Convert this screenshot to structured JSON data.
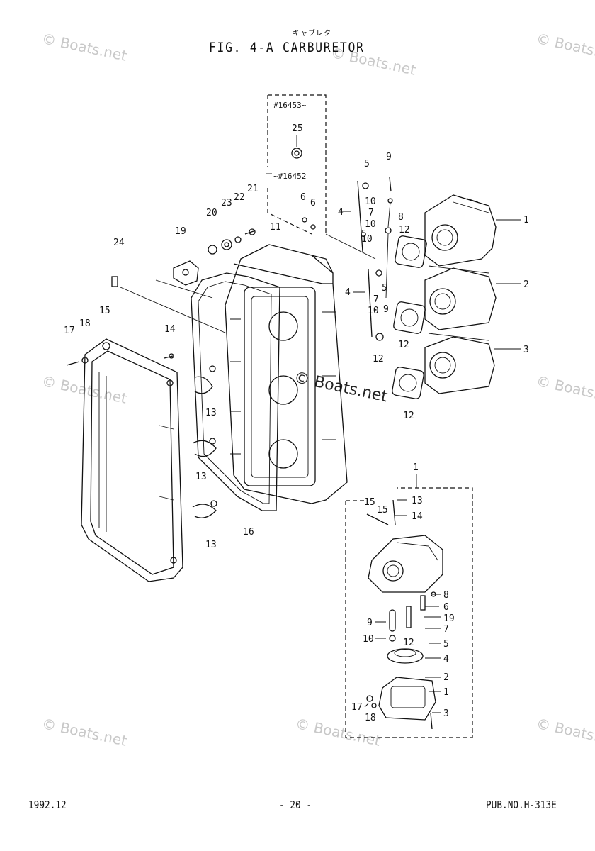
{
  "header": {
    "subtitle_kana": "キャブレタ",
    "title": "FIG. 4-A CARBURETOR"
  },
  "footer": {
    "date": "1992.12",
    "page": "- 20 -",
    "pub": "PUB.NO.H-313E"
  },
  "watermark": {
    "text": "© Boats.net"
  },
  "serial_notes": {
    "from": "#16453~",
    "to": "~#16452"
  },
  "callouts": {
    "upper": [
      "25",
      "9",
      "5",
      "6",
      "6",
      "21",
      "22",
      "23",
      "20",
      "19",
      "24",
      "11",
      "4",
      "10",
      "7",
      "8",
      "10",
      "12",
      "1",
      "5",
      "10",
      "4",
      "5",
      "7",
      "10",
      "9",
      "2",
      "12",
      "12",
      "3",
      "12",
      "17",
      "18",
      "15",
      "14",
      "13",
      "13",
      "13",
      "16"
    ],
    "lower": [
      "1",
      "15",
      "15",
      "13",
      "14",
      "8",
      "6",
      "19",
      "7",
      "5",
      "4",
      "2",
      "1",
      "3",
      "9",
      "10",
      "12",
      "17",
      "18"
    ]
  }
}
